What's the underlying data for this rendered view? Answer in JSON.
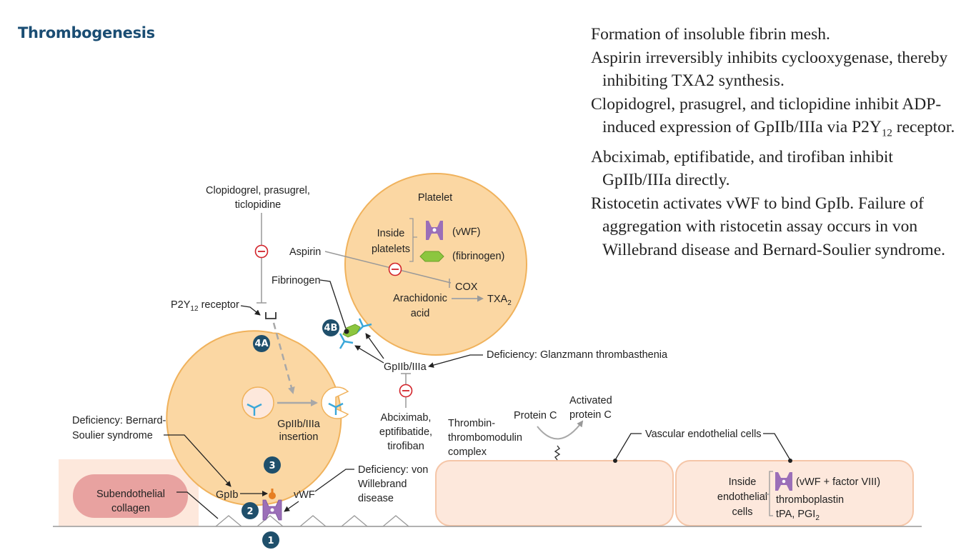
{
  "title": "Thrombogenesis",
  "notes": {
    "p1": "Formation of insoluble fibrin mesh.",
    "p2": "Aspirin irreversibly inhibits cyclooxygenase, thereby inhibiting TXA2 synthesis.",
    "p3a": "Clopidogrel, prasugrel, and ticlopidine inhibit ADP-induced expression of GpIIb/IIIa via P2Y",
    "p3sub": "12",
    "p3b": " receptor.",
    "p4": "Abciximab, eptifibatide, and tirofiban inhibit GpIIb/IIIa directly.",
    "p5": "Ristocetin activates vWF to bind GpIb. Failure of aggregation with ristocetin assay occurs in von Willebrand disease and Bernard-Soulier syndrome."
  },
  "diagram": {
    "clopidogrel": [
      "Clopidogrel, prasugrel,",
      "ticlopidine"
    ],
    "p2y12": {
      "pre": "P2Y",
      "sub": "12",
      "post": " receptor"
    },
    "aspirin": "Aspirin",
    "fibrinogen_label": "Fibrinogen",
    "platelet": "Platelet",
    "inside_platelets": [
      "Inside",
      "platelets"
    ],
    "vwf_granule": "(vWF)",
    "fibrinogen_granule": "(fibrinogen)",
    "cox": "COX",
    "arachidonic": [
      "Arachidonic",
      "acid"
    ],
    "txa2": {
      "pre": "TXA",
      "sub": "2"
    },
    "gp2b3a": "GpIIb/IIIa",
    "glanzmann": {
      "pre": "Deficiency: ",
      "bold": "Glanzmann thrombasthenia"
    },
    "gp_insertion": [
      "GpIIb/IIIa",
      "insertion"
    ],
    "abciximab": [
      "Abciximab,",
      "eptifibatide,",
      "tirofiban"
    ],
    "bernard": {
      "line1_pre": "Deficiency: ",
      "line1_bold": "Bernard-",
      "line2_bold": "Soulier syndrome"
    },
    "vwd": {
      "line1_pre": "Deficiency: ",
      "line1_bold": "von",
      "line2_bold": "Willebrand",
      "line3_bold": "disease"
    },
    "gpib": "GpIb",
    "vwf": "vWF",
    "subendothelial": [
      "Subendothelial",
      "collagen"
    ],
    "thrombin_complex": [
      "Thrombin-",
      "thrombomodulin",
      "complex"
    ],
    "protein_c": "Protein C",
    "activated_protein_c": [
      "Activated",
      "protein C"
    ],
    "vascular": "Vascular endothelial cells",
    "inside_endothelial": [
      "Inside",
      "endothelial",
      "cells"
    ],
    "endo_item1": "(vWF + factor VIII)",
    "endo_item2": "thromboplastin",
    "endo_item3": {
      "pre": "tPA, PGI",
      "sub": "2"
    },
    "badges": {
      "b1": "1",
      "b2": "2",
      "b3": "3",
      "b4a": "4A",
      "b4b": "4B"
    }
  },
  "colors": {
    "title": "#1a4d73",
    "cell_fill": "#fbd7a3",
    "cell_stroke": "#f0b25c",
    "endo_fill": "#fde8dc",
    "endo_stroke": "#f5c6a8",
    "collagen_fill": "#e8a2a0",
    "badge": "#1f4f6b",
    "inhibit": "#d2232a",
    "receptor_blue": "#3aa7d9",
    "vwf_purple": "#9b6fb8",
    "fibrinogen_green": "#8cc63f"
  }
}
